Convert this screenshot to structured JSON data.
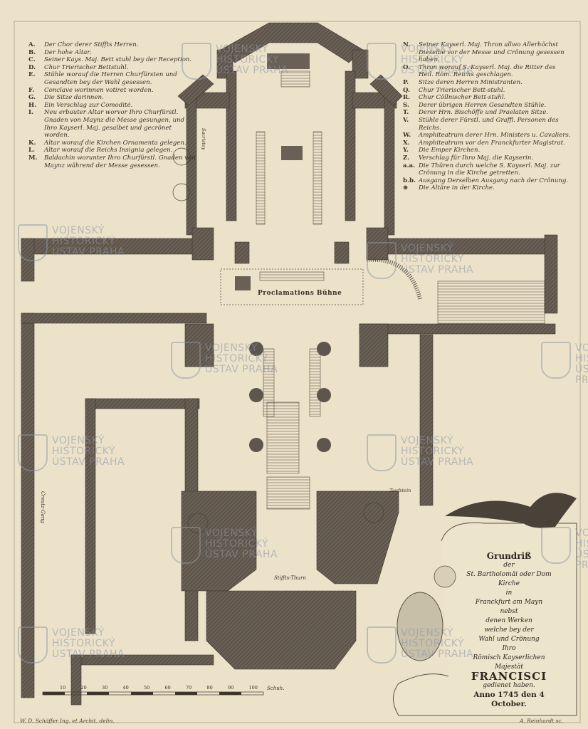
{
  "legend_left": [
    {
      "key": "A.",
      "text": "Der Chor derer Stiffts Herren."
    },
    {
      "key": "B.",
      "text": "Der hohe Altar."
    },
    {
      "key": "C.",
      "text": "Seiner Kays. Maj. Bett stuhl bey der Reception."
    },
    {
      "key": "D.",
      "text": "Chur Trierischer Bettstuhl."
    },
    {
      "key": "E.",
      "text": "Stühle worauf die Herren Churfürsten und Gesandten bey der Wahl gesessen."
    },
    {
      "key": "F.",
      "text": "Conclave worinnen votiret worden."
    },
    {
      "key": "G.",
      "text": "Die Sitze darinnen."
    },
    {
      "key": "H.",
      "text": "Ein Verschlag zur Comodité."
    },
    {
      "key": "I.",
      "text": "Neu erbauter Altar worvor Ihro Churfürstl. Gnaden von Maynz die Messe gesungen, und Ihro Kayserl. Maj. gesalbet und gecrönet worden."
    },
    {
      "key": "K.",
      "text": "Altar worauf die Kirchen Ornamenta gelegen."
    },
    {
      "key": "L.",
      "text": "Altar worauf die Reichs Insignia gelegen."
    },
    {
      "key": "M.",
      "text": "Baldachin worunter Ihro Churfürstl. Gnaden von Maynz während der Messe gesessen."
    }
  ],
  "legend_right": [
    {
      "key": "N.",
      "text": "Seiner Kayserl. Maj. Thron allwo Allerhöchst Dieselbe vor der Messe und Crönung gesessen haben."
    },
    {
      "key": "O.",
      "text": "Thron worauf S. Kayserl. Maj. die Ritter des Heil. Röm. Reichs geschlagen."
    },
    {
      "key": "P.",
      "text": "Sitze deren Herren Ministranten."
    },
    {
      "key": "Q.",
      "text": "Chur Trierischer Bett-stuhl."
    },
    {
      "key": "R.",
      "text": "Chur Cöllnischer Bett-stuhl."
    },
    {
      "key": "S.",
      "text": "Derer übrigen Herren Gesandten Stühle."
    },
    {
      "key": "T.",
      "text": "Derer Hrn. Bischöffe und Praelaten Sitze."
    },
    {
      "key": "V.",
      "text": "Stühle derer Fürstl. und Graffl. Personen des Reichs."
    },
    {
      "key": "W.",
      "text": "Amphiteatrum derer Hrn. Ministers u. Cavaliers."
    },
    {
      "key": "X.",
      "text": "Amphiteatrum vor den Franckfurter Magistrat."
    },
    {
      "key": "Y.",
      "text": "Die Emper Kirchen."
    },
    {
      "key": "Z.",
      "text": "Verschlag für Ihro Maj. die Kayserin."
    },
    {
      "key": "a.a.",
      "text": "Die Thüren durch welche S. Kayserl. Maj. zur Crönung in die Kirche getretten."
    },
    {
      "key": "b.b.",
      "text": "Ausgang Derselben Ausgang nach der Crönung."
    },
    {
      "key": "⊛",
      "text": "Die Altäre in der Kirche."
    }
  ],
  "plan_labels": {
    "proclamation": "Proclamations Bühne",
    "stiffts_thurn": "Stiffts-Thurn",
    "creutz_gang": "Creutz-Gang",
    "taufstein": "Taufstein",
    "sacristey": "Sacristey"
  },
  "cartouche": {
    "line1": "Grundriß",
    "line2": "der",
    "line3": "St. Bartholomäi oder Dom Kirche",
    "line4": "in",
    "line5": "Franckfurt am Mayn",
    "line6": "nebst",
    "line7": "denen Werken",
    "line8": "welche bey der",
    "line9": "Wahl und Crönung",
    "line10": "Ihro",
    "line11": "Römisch Kayserlichen",
    "line12": "Majestät",
    "name": "FRANCISCI",
    "line13": "gedienet haben.",
    "date": "Anno 1745 den 4 October."
  },
  "scale": {
    "ticks": [
      "10",
      "20",
      "30",
      "40",
      "50",
      "60",
      "70",
      "80",
      "90",
      "100"
    ],
    "unit": "Schuh."
  },
  "credits": {
    "left": "W. D. Schäffer Ing. et Archit. delin.",
    "right": "A. Reinhardt sc."
  },
  "watermark": {
    "line1": "VOJENSKÝ",
    "line2": "HISTORICKÝ",
    "line3": "ÚSTAV PRAHA"
  },
  "colors": {
    "paper": "#ece2c9",
    "ink": "#3a3128",
    "wall": "#5e554c",
    "watermark": "#8c96a5"
  }
}
